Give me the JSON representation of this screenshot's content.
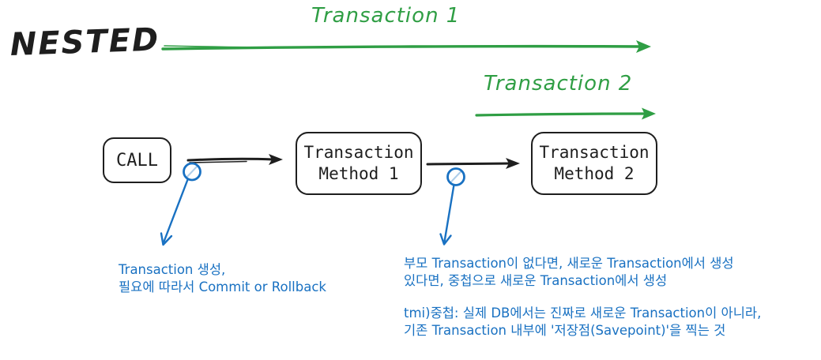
{
  "title": "NESTED",
  "timeline": {
    "transaction1_label": "Transaction 1",
    "transaction2_label": "Transaction 2"
  },
  "boxes": {
    "call": {
      "label": "CALL"
    },
    "method1": {
      "line1": "Transaction",
      "line2": "Method 1"
    },
    "method2": {
      "line1": "Transaction",
      "line2": "Method 2"
    }
  },
  "annotations": {
    "call_note": {
      "line1": "Transaction 생성,",
      "line2": "필요에 따라서 Commit or Rollback"
    },
    "method1_note": {
      "line1": "부모 Transaction이 없다면, 새로운 Transaction에서 생성",
      "line2": "있다면, 중첩으로 새로운 Transaction에서 생성"
    },
    "method1_tmi_note": {
      "line1": "tmi)중첩: 실제 DB에서는 진짜로 새로운 Transaction이 아니라,",
      "line2": "기존 Transaction 내부에 '저장점(Savepoint)'을 찍는 것"
    }
  },
  "icons": {
    "transaction_point": "slashed-circle-icon"
  },
  "colors": {
    "green": "#2f9e44",
    "blue": "#1971c2",
    "ink": "#1e1e1e",
    "background": "#ffffff"
  }
}
